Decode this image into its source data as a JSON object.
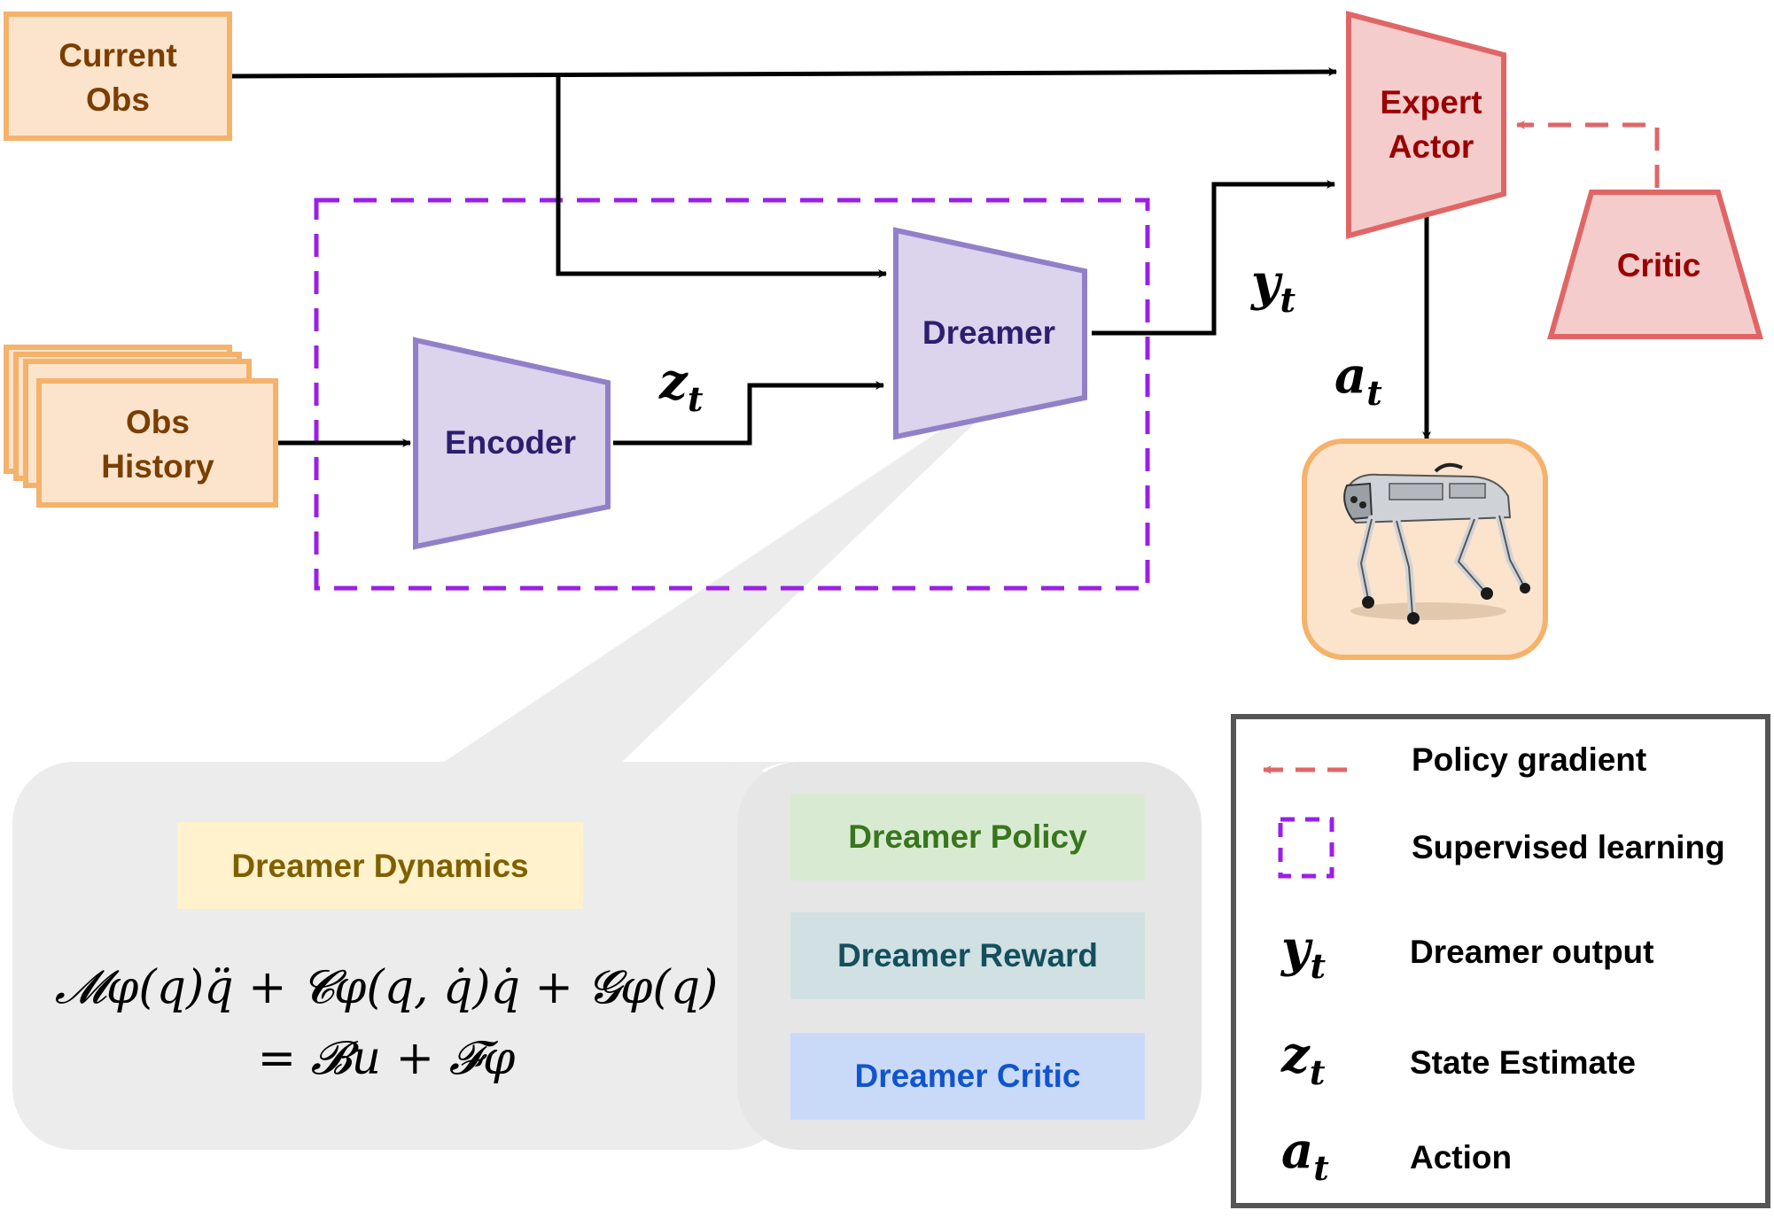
{
  "nodes": {
    "current_obs": {
      "line1": "Current",
      "line2": "Obs"
    },
    "obs_history": {
      "line1": "Obs",
      "line2": "History"
    },
    "encoder": "Encoder",
    "dreamer": "Dreamer",
    "expert_actor": {
      "line1": "Expert",
      "line2": "Actor"
    },
    "critic": "Critic"
  },
  "edge_labels": {
    "z": {
      "base": "z",
      "sub": "t"
    },
    "y": {
      "base": "y",
      "sub": "t"
    },
    "a": {
      "base": "a",
      "sub": "t"
    }
  },
  "dreamer_detail": {
    "dynamics_title": "Dreamer Dynamics",
    "equation_line1": "𝓜φ(q)q̈ + 𝓒φ(q, q̇)q̇ + 𝓖φ(q)",
    "equation_line2": "= 𝓑u + 𝓕φ",
    "policy": "Dreamer Policy",
    "reward": "Dreamer Reward",
    "critic": "Dreamer Critic"
  },
  "legend": {
    "items": [
      {
        "symbol": "dashed-red-arrow",
        "label": "Policy gradient"
      },
      {
        "symbol": "dashed-purple-box",
        "label": "Supervised learning"
      },
      {
        "symbol_base": "y",
        "symbol_sub": "t",
        "label": "Dreamer output"
      },
      {
        "symbol_base": "z",
        "symbol_sub": "t",
        "label": "State Estimate"
      },
      {
        "symbol_base": "a",
        "symbol_sub": "t",
        "label": "Action"
      }
    ]
  },
  "colors": {
    "orange_fill": "#fce4cc",
    "orange_stroke": "#f5b26b",
    "orange_text": "#7a3e00",
    "purple_fill": "#dcd3ec",
    "purple_stroke": "#9180c8",
    "purple_text": "#2c1f6e",
    "red_fill": "#f5cccc",
    "red_stroke": "#e06666",
    "red_text": "#9b0000",
    "dashed_purple": "#9b1fe8",
    "policy_fill": "#d9ead3",
    "policy_text": "#38761d",
    "reward_fill": "#d0e0e3",
    "reward_text": "#134f5c",
    "critic_fill": "#c9daf8",
    "critic_text": "#1155cc",
    "dynamics_fill": "#fff2cc",
    "dynamics_text": "#7f6000"
  },
  "icons": {
    "robot": "quadruped-robot-icon"
  }
}
